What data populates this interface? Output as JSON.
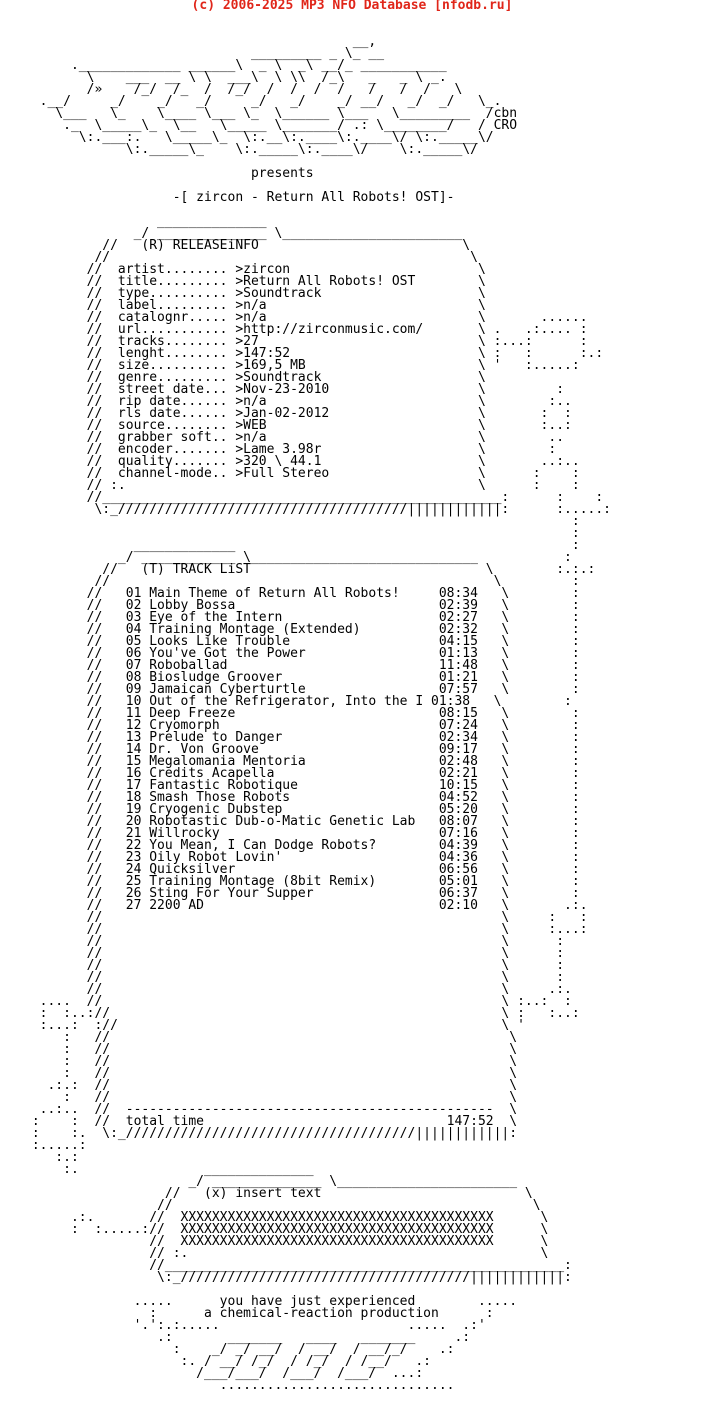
{
  "header": {
    "text": "(c) 2006-2025 MP3 NFO Database [nfodb.ru]",
    "color": "#e0261a"
  },
  "nfo": {
    "text_color": "#000000",
    "lines": [
      "                                          __,",
      "                             _________ _ \\_ __",
      "      ._____________ ______\\  _ \\  _\\ __/_ ___________",
      "        \\    ___  __ \\ \\  ___\\  \\ \\\\  /_\\   _   _ \\ _.",
      "        /»    /_/  /_  /  /_/  /  /  /  /   /   /  /   \\",
      "  .__/     _/    _/   _/     _/   _/    _/ __/   _/  _/   \\_.",
      "    \\___   \\_    \\____ \\___ \\_  \\______ \\___   \\_________  /cbn",
      "     ._  \\_____\\_  \\__   \\_____ \\_______/ .: \\________/   / CRO",
      "       \\:.___:.   \\_____\\_  \\:.__\\:.____\\:.____\\/ \\:._____\\/",
      "             \\:._____\\_    \\:._____\\:.____\\/    \\:._____\\/",
      "",
      "                             presents",
      "",
      "                   -[ zircon - Return All Robots! OST]-",
      "",
      "                 ______________",
      "              _/ ______________ \\_______________________",
      "          //   (R) RELEASEiNFO                          \\",
      "         //                                              \\",
      "        //  artist........ >zircon                        \\",
      "        //  title......... >Return All Robots! OST        \\",
      "        //  type.......... >Soundtrack                    \\",
      "        //  label......... >n/a                           \\",
      "        //  catalognr..... >n/a                           \\       ......",
      "        //  url........... >http://zirconmusic.com/       \\ .   .:.... :",
      "        //  tracks........ >27                            \\ :...:      :",
      "        //  lenght........ >147:52                        \\ :   :      :.:",
      "        //  size.......... >169,5 MB                      \\ '   :.....:",
      "        //  genre......... >Soundtrack                    \\",
      "        //  street date... >Nov-23-2010                   \\         :",
      "        //  rip date...... >n/a                           \\        :..",
      "        //  rls date...... >Jan-02-2012                   \\       :  :",
      "        //  source........ >WEB                           \\       :..:",
      "        //  grabber soft.. >n/a                           \\        ..",
      "        //  encoder....... >Lame 3.98r                    \\        :",
      "        //  quality....... >320 \\ 44.1                    \\       ..:..",
      "        //  channel-mode.. >Full Stereo                   \\      :    :",
      "        // :.                                             \\      :    :",
      "        //___________________________________________________:      :    :",
      "         \\:_/////////////////////////////////////||||||||||||:      :.....:",
      "                                                                      :",
      "                                                                      :",
      "              _____________                                           :",
      "            _/ ____________ \\_____________________________           :",
      "          //   (T) TRACK LiST                              \\        :.:.:",
      "         //                                                 \\         :",
      "        //   01 Main Theme of Return All Robots!     08:34   \\        :",
      "        //   02 Lobby Bossa                          02:39   \\        :",
      "        //   03 Eye of the Intern                    02:27   \\        :",
      "        //   04 Training Montage (Extended)          02:32   \\        :",
      "        //   05 Looks Like Trouble                   04:15   \\        :",
      "        //   06 You've Got the Power                 01:13   \\        :",
      "        //   07 Roboballad                           11:48   \\        :",
      "        //   08 Biosludge Groover                    01:21   \\        :",
      "        //   09 Jamaican Cyberturtle                 07:57   \\        :",
      "        //   10 Out of the Refrigerator, Into the I 01:38   \\        :",
      "        //   11 Deep Freeze                          08:15   \\        :",
      "        //   12 Cryomorph                            07:24   \\        :",
      "        //   13 Prelude to Danger                    02:34   \\        :",
      "        //   14 Dr. Von Groove                       09:17   \\        :",
      "        //   15 Megalomania Mentoria                 02:48   \\        :",
      "        //   16 Credits Acapella                     02:21   \\        :",
      "        //   17 Fantastic Robotique                  10:15   \\        :",
      "        //   18 Smash Those Robots                   04:52   \\        :",
      "        //   19 Cryogenic Dubstep                    05:20   \\        :",
      "        //   20 Robotastic Dub-o-Matic Genetic Lab   08:07   \\        :",
      "        //   21 Willrocky                            07:16   \\        :",
      "        //   22 You Mean, I Can Dodge Robots?        04:39   \\        :",
      "        //   23 Oily Robot Lovin'                    04:36   \\        :",
      "        //   24 Quicksilver                          06:56   \\        :",
      "        //   25 Training Montage (8bit Remix)        05:01   \\        :",
      "        //   26 Sting For Your Supper                06:37   \\        :",
      "        //   27 2200 AD                              02:10   \\       .:.",
      "        //                                                   \\     :   :",
      "        //                                                   \\     :...:",
      "        //                                                   \\      :",
      "        //                                                   \\      :",
      "        //                                                   \\      :",
      "        //                                                   \\      :",
      "        //                                                   \\     .:.",
      "  ....  //                                                   \\ :..:  :",
      "  :  :..://                                                  \\ :   :..:",
      "  :...:  ://                                                 \\ '",
      "     :   //                                                   \\",
      "     :   //                                                   \\",
      "     :   //                                                   \\",
      "     :   //                                                   \\",
      "   .:.:  //                                                   \\",
      "     :   //                                                   \\",
      "  ..:..  //  -----------------------------------------------  \\",
      " :    :  //  total time                               147:52  \\",
      " :    :.  \\:_/////////////////////////////////////||||||||||||:",
      " :.....:",
      "    :.:",
      "     :.                ______________",
      "                     _/ ______________ \\_______________________",
      "                  //   (x) insert text                          \\",
      "                 //                                              \\",
      "      .:.       //  XXXXXXXXXXXXXXXXXXXXXXXXXXXXXXXXXXXXXXXX      \\",
      "      :  :.....://  XXXXXXXXXXXXXXXXXXXXXXXXXXXXXXXXXXXXXXXX      \\",
      "                //  XXXXXXXXXXXXXXXXXXXXXXXXXXXXXXXXXXXXXXXX      \\",
      "                // :.                                             \\",
      "                //___________________________________________________:",
      "                 \\:_/////////////////////////////////////||||||||||||:",
      "",
      "              .....      you have just experienced        .....",
      "                :      a chemical-reaction production      :",
      "              '.':.:.....                        .....  .:'",
      "                 .:       _______   ____   _______     .:",
      "                   :    _/ _/ __/  / __/  / __/_/    .:",
      "                    :. / __/ /_/  / /_/  / /__/   .:",
      "                      /___/___/  /___/  /___/  ...:",
      "                         .............................."
    ]
  }
}
